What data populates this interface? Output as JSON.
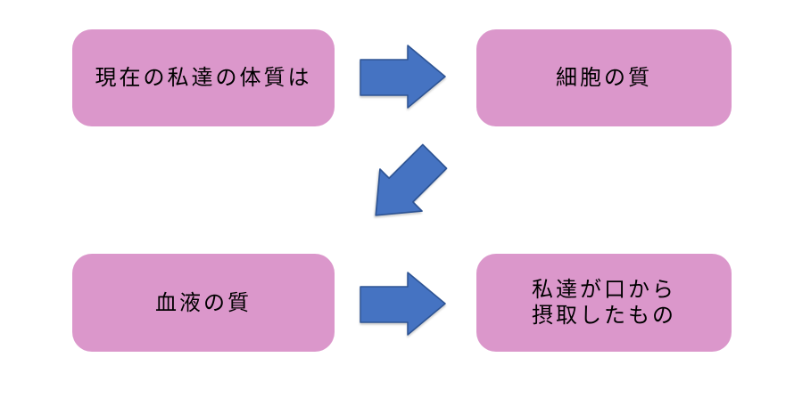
{
  "diagram": {
    "type": "flow-diagram",
    "colors": {
      "background": "#ffffff",
      "box_fill": "#DB97CB",
      "arrow_fill": "#4573C2",
      "arrow_stroke": "#2E5494",
      "text": "#000000"
    },
    "nodes": [
      {
        "id": "current-constitution",
        "text": "現在の私達の体質は"
      },
      {
        "id": "cell-quality",
        "text": "細胞の質"
      },
      {
        "id": "blood-quality",
        "text": "血液の質"
      },
      {
        "id": "intake-from-mouth",
        "text": "私達が口から\n摂取したもの"
      }
    ],
    "arrows": [
      {
        "id": "arrow-1",
        "direction": "right",
        "from": "current-constitution",
        "to": "cell-quality"
      },
      {
        "id": "arrow-2",
        "direction": "down-left",
        "from": "cell-quality",
        "to": "blood-quality"
      },
      {
        "id": "arrow-3",
        "direction": "right",
        "from": "blood-quality",
        "to": "intake-from-mouth"
      }
    ]
  }
}
